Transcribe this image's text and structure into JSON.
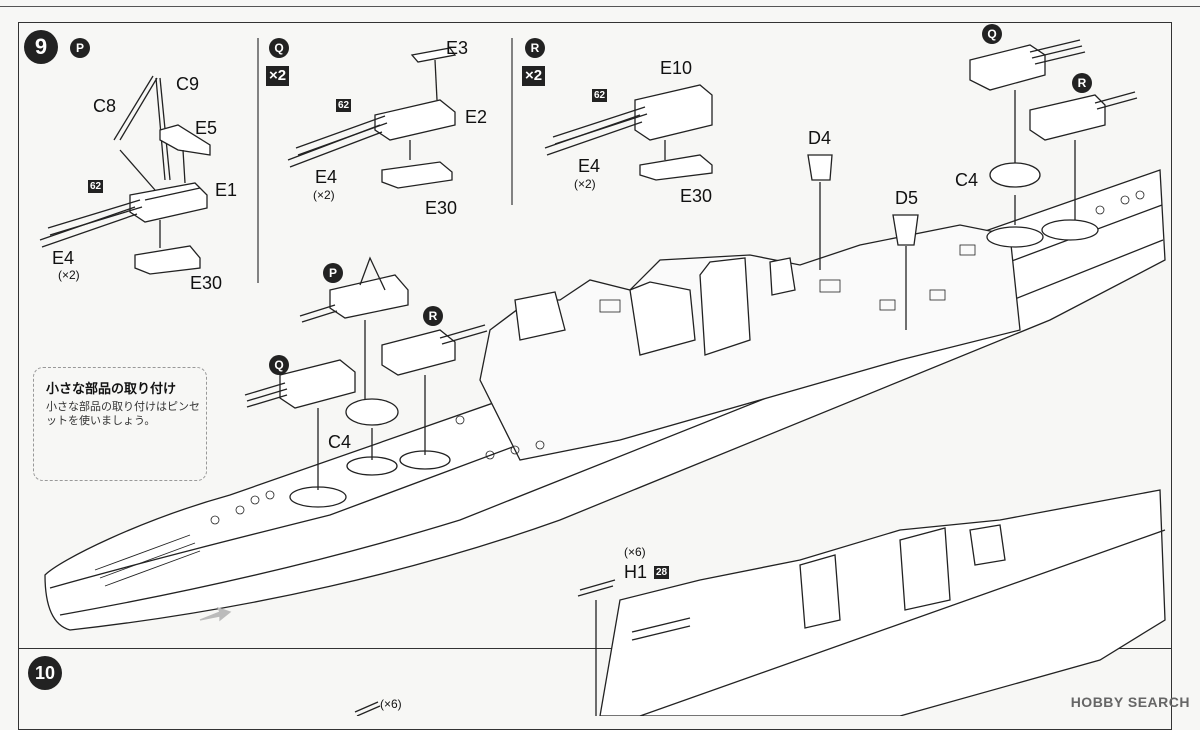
{
  "step9": {
    "number": "9",
    "panel_p": {
      "marker": "P",
      "parts": [
        "C8",
        "C9",
        "E5",
        "E1",
        "E4",
        "(×2)",
        "E30"
      ],
      "paint_code": "62"
    },
    "panel_q": {
      "marker": "Q",
      "multiplier": "×2",
      "parts": [
        "E3",
        "E2",
        "E4",
        "(×2)",
        "E30"
      ],
      "paint_code": "62"
    },
    "panel_r": {
      "marker": "R",
      "multiplier": "×2",
      "parts": [
        "E10",
        "E4",
        "(×2)",
        "E30"
      ],
      "paint_code": "62"
    },
    "hull_labels": {
      "d4": "D4",
      "d5": "D5",
      "c4_right": "C4",
      "c4_left": "C4",
      "q_right": "Q",
      "r_right": "R",
      "p_mid": "P",
      "q_mid": "Q",
      "r_mid": "R"
    },
    "tip": {
      "title": "小さな部品の取り付け",
      "body": "小さな部品の取り付けはピンセットを使いましょう。"
    },
    "lower_labels": {
      "count": "(×6)",
      "part": "H1",
      "paint_code": "28"
    }
  },
  "step10": {
    "number": "10",
    "count": "(×6)"
  },
  "watermark": "HOBBY SEARCH"
}
